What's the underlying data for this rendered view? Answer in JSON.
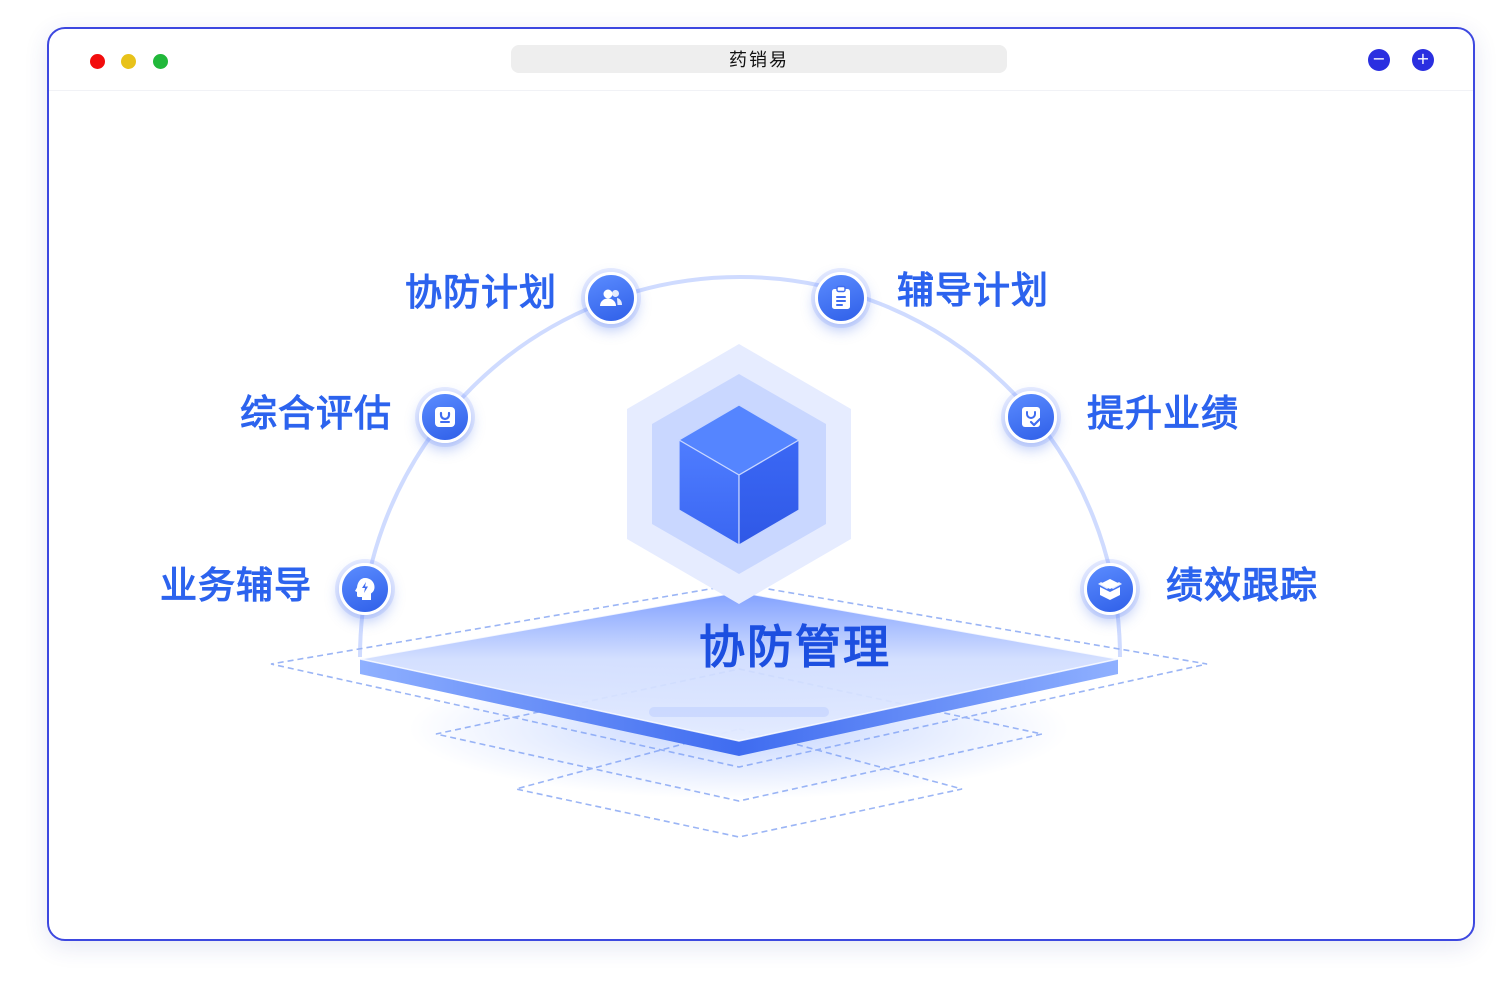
{
  "window": {
    "title": "药销易",
    "controls": {
      "minimize": "−",
      "maximize": "+"
    }
  },
  "diagram": {
    "center_label": "协防管理",
    "items": [
      {
        "label": "协防计划",
        "icon": "users-icon"
      },
      {
        "label": "辅导计划",
        "icon": "clipboard-icon"
      },
      {
        "label": "综合评估",
        "icon": "assessment-icon"
      },
      {
        "label": "提升业绩",
        "icon": "checklist-icon"
      },
      {
        "label": "业务辅导",
        "icon": "lightning-head-icon"
      },
      {
        "label": "绩效跟踪",
        "icon": "box-icon"
      }
    ]
  },
  "colors": {
    "accent": "#2c63ee",
    "window_border": "#3d48e0",
    "node_gradient_start": "#5b8cff",
    "node_gradient_end": "#2f5fe8"
  }
}
